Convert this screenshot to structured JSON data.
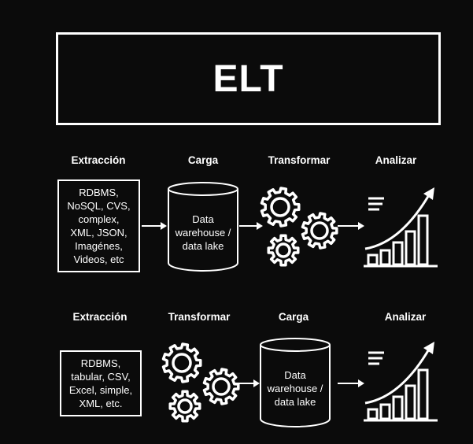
{
  "title": "ELT",
  "row1": {
    "labels": [
      "Extracción",
      "Carga",
      "Transformar",
      "Analizar"
    ],
    "source_text": "RDBMS,\nNoSQL, CVS,\ncomplex,\nXML, JSON,\nImagénes,\nVideos, etc",
    "storage_text": "Data\nwarehouse /\ndata lake"
  },
  "row2": {
    "labels": [
      "Extracción",
      "Transformar",
      "Carga",
      "Analizar"
    ],
    "source_text": "RDBMS,\ntabular, CSV,\nExcel, simple,\nXML, etc.",
    "storage_text": "Data\nwarehouse /\ndata lake"
  },
  "icons": {
    "flow_arrow": "arrow-right-icon",
    "storage": "database-cylinder-icon",
    "transform": "gears-icon",
    "analyze": "growth-chart-icon"
  },
  "colors": {
    "background": "#0b0b0b",
    "foreground": "#ffffff"
  }
}
